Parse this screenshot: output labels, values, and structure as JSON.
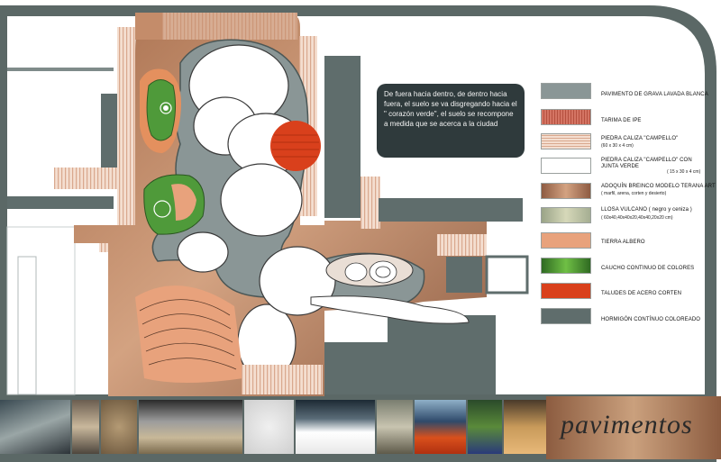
{
  "note": {
    "text": "De fuera hacia dentro, de dentro hacia fuera, el suelo se va disgregando hacia el \" corazón verde\", el suelo se recompone a medida que se acerca a la ciudad"
  },
  "legend": [
    {
      "label": "PAVIMENTO DE GRAVA LAVADA BLANCA",
      "sub": "",
      "color": "#8a9696",
      "pattern": "gravel"
    },
    {
      "label": "TARIMA DE IPE",
      "sub": "",
      "color": "#d4877a",
      "pattern": "ipe"
    },
    {
      "label": "PIEDRA CALIZA \"CAMPELLO\"",
      "sub": "(60 x 30 x 4 cm)",
      "color": "#e7b8a0",
      "pattern": "stripes"
    },
    {
      "label": "PIEDRA CALIZA \"CAMPELLO\" CON JUNTA VERDE",
      "sub": "( 15 x 30 x 4 cm)",
      "color": "#ffffff",
      "pattern": "white"
    },
    {
      "label": "ADOQUÍN BREINCO MODELO TERANA ART",
      "sub": "( marfil, arena, corten y desierto)",
      "color": "#b9805f",
      "pattern": "gradient"
    },
    {
      "label": "LLOSA VULCANO ( negro y ceniza )",
      "sub": "( 60x40,40x40x20,40x40,20x20 cm)",
      "color": "#c7c9a8",
      "pattern": "stone"
    },
    {
      "label": "TIERRA ALBERO",
      "sub": "",
      "color": "#e8a27c",
      "pattern": "solid"
    },
    {
      "label": "CAUCHO CONTINUO DE COLORES",
      "sub": "",
      "color": "#4f9a3a",
      "pattern": "green"
    },
    {
      "label": "TALUDES DE ACERO CORTEN",
      "sub": "",
      "color": "#d9401c",
      "pattern": "solid"
    },
    {
      "label": "HORMIGÓN CONTÍNUO COLOREADO",
      "sub": "",
      "color": "#5f6d6c",
      "pattern": "solid"
    }
  ],
  "title": "pavimentos",
  "colors": {
    "frame": "#5b6866",
    "terracotta": "#b9805f",
    "sand": "#e8a27c",
    "gravel": "#8a9696",
    "green": "#4f9a3a",
    "corten": "#d9401c",
    "concrete": "#5f6d6c",
    "note_bg": "#2f3a3c",
    "title_bg": "#a87a5a"
  }
}
